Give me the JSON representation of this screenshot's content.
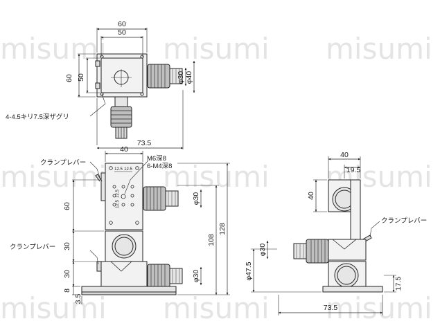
{
  "watermark": "misumi",
  "top_view": {
    "dims": {
      "width_outer": "60",
      "width_inner": "50",
      "height_outer": "60",
      "height_inner": "50",
      "dia_small": "φ30",
      "dia_large": "φ40",
      "length": "73.5"
    },
    "hole_note": "4-4.5キリ7.5深ザグリ"
  },
  "front_view": {
    "clamp_top": "クランプレバー",
    "clamp_bottom": "クランプレバー",
    "dims": {
      "width": "40",
      "pitch_a": "12.5",
      "pitch_b": "12.5",
      "screw_m6": "M6深8",
      "screw_m4": "6-M4深8",
      "pitch_v1": "12.5",
      "pitch_v2": "12.5",
      "left_60": "60",
      "left_30a": "30",
      "left_30b": "30",
      "left_8": "8",
      "left_3_5": "3.5",
      "dia_upper": "φ30",
      "dia_lower": "φ30",
      "h108": "108",
      "h128": "128"
    }
  },
  "side_view": {
    "clamp": "クランプレバー",
    "dims": {
      "width_40": "40",
      "offset_19_5": "19.5",
      "height_40": "40",
      "dia_30": "φ30",
      "dia_47_5": "φ47.5",
      "height_17_5": "17.5",
      "length_73_5": "73.5"
    }
  }
}
